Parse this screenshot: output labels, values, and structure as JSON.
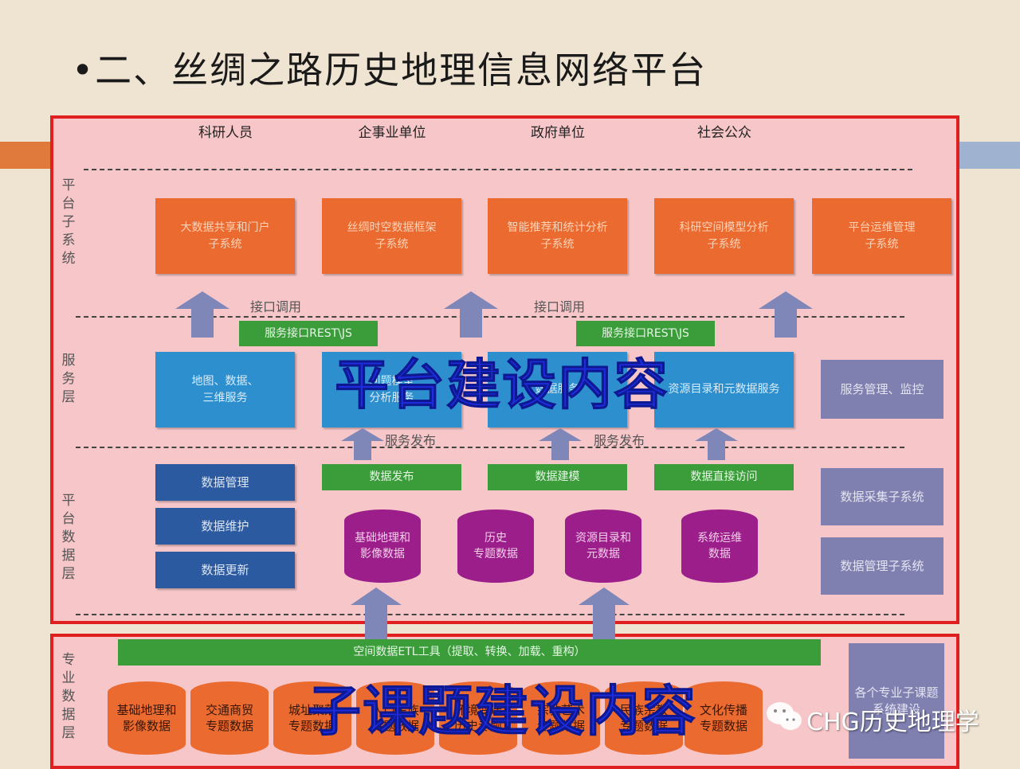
{
  "title": "•二、丝绸之路历史地理信息网络平台",
  "users": [
    "科研人员",
    "企事业单位",
    "政府单位",
    "社会公众"
  ],
  "side_labels": {
    "platform_subsystems": "平台子系统",
    "service_layer": "服务层",
    "data_layer": "平台数据层",
    "special_data_layer": "专业数据层"
  },
  "subsystems": [
    "大数据共享和门户\n子系统",
    "丝绸时空数据框架\n子系统",
    "智能推荐和统计分析\n子系统",
    "科研空间模型分析\n子系统",
    "平台运维管理\n子系统"
  ],
  "interface_call": "接口调用",
  "service_interface": "服务接口REST\\JS",
  "services": [
    "地图、数据、\n三维服务",
    "问题模型\n分析服务",
    "数据服务",
    "资源目录和元数据服务"
  ],
  "service_mgmt": "服务管理、监控",
  "service_publish": "服务发布",
  "data_mgmt": [
    "数据管理",
    "数据维护",
    "数据更新"
  ],
  "data_ops": [
    "数据发布",
    "数据建模",
    "数据直接访问"
  ],
  "data_stores": [
    "基础地理和\n影像数据",
    "历史\n专题数据",
    "资源目录和\n元数据",
    "系统运维\n数据"
  ],
  "data_subsystems": [
    "数据采集子系统",
    "数据管理子系统"
  ],
  "etl_tool": "空间数据ETL工具（提取、转换、加载、重构）",
  "topic_data": [
    "基础地理和\n影像数据",
    "交通商贸\n专题数据",
    "城址聚落\n专题数据",
    "人口民族\n专题数据",
    "环境变迁\n历史专题",
    "宗教艺术\n专题数据",
    "民族宗教\n专题数据",
    "文化传播\n专题数据"
  ],
  "topic_build": "各个专业子课题系统建设",
  "overlay_platform": "平台建设内容",
  "overlay_subtopic": "子课题建设内容",
  "logo_text": "CHG历史地理学",
  "colors": {
    "orange": "#ea6a2f",
    "blue": "#2e8fcf",
    "navy": "#2b5aa0",
    "green": "#3a9d3a",
    "purple": "#7f7fb0",
    "magenta": "#9c1e8a",
    "frame_red": "#e02020"
  }
}
